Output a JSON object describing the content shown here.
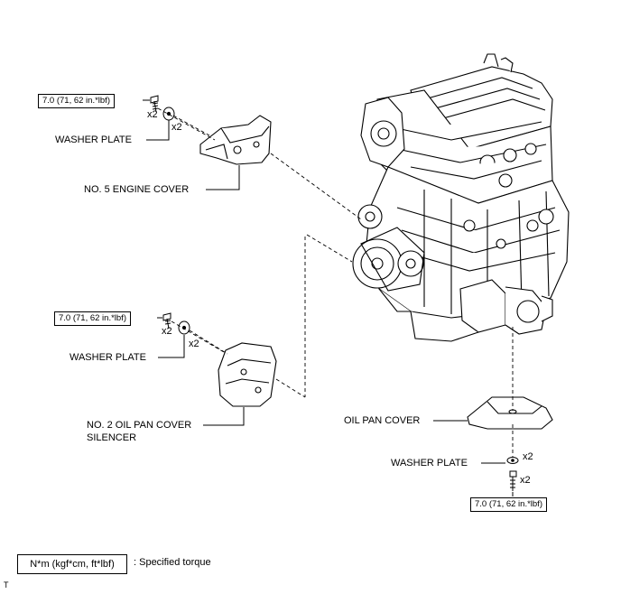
{
  "torque_callouts": [
    {
      "value": "7.0 (71, 62 in.*lbf)"
    },
    {
      "value": "7.0 (71, 62 in.*lbf)"
    },
    {
      "value": "7.0 (71, 62 in.*lbf)"
    }
  ],
  "quantities": {
    "x2": "x2"
  },
  "parts": {
    "washer_plate": "WASHER PLATE",
    "no5_engine_cover": "NO. 5 ENGINE COVER",
    "no2_oil_pan_cover_silencer_line1": "NO. 2 OIL PAN COVER",
    "no2_oil_pan_cover_silencer_line2": "SILENCER",
    "oil_pan_cover": "OIL PAN COVER"
  },
  "legend": {
    "symbol": "N*m (kgf*cm, ft*lbf)",
    "description": ": Specified torque"
  },
  "corner_mark": "T"
}
